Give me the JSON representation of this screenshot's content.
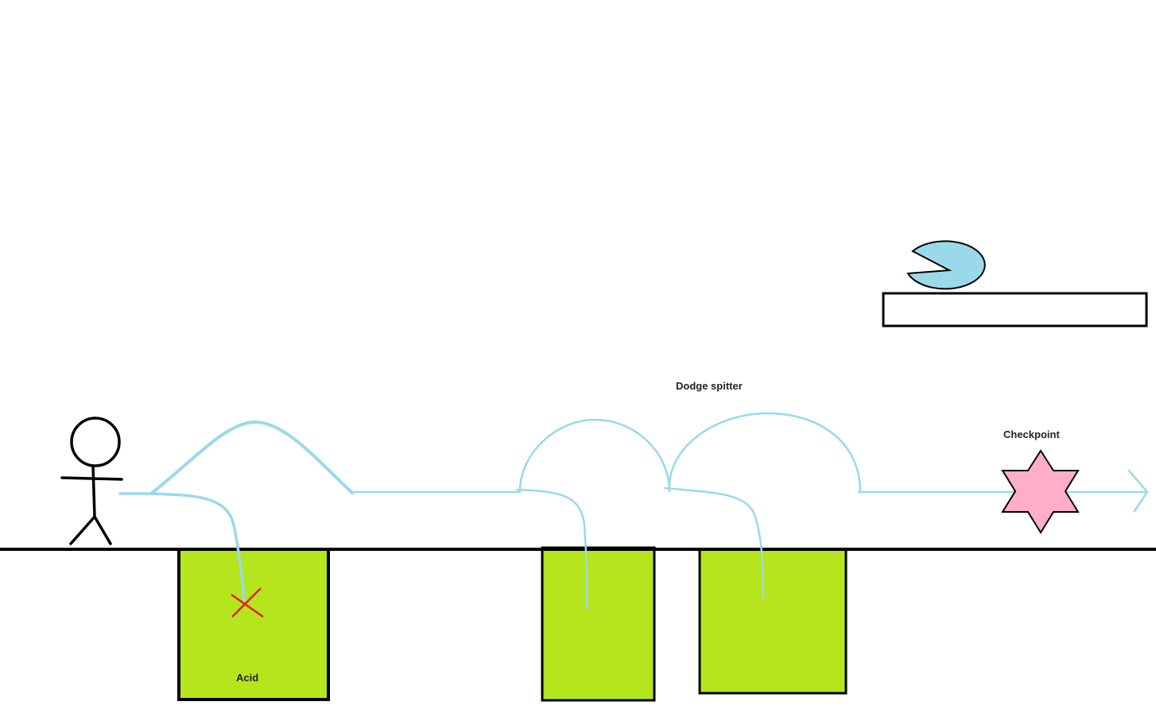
{
  "labels": {
    "acid": "Acid",
    "dodge_spitter": "Dodge spitter",
    "checkpoint": "Checkpoint"
  },
  "colors": {
    "background": "#ffffff",
    "ink": "#000000",
    "acid": "#b5e51d",
    "path": "#99d9ea",
    "checkpoint": "#ffaec9",
    "death_marker": "#ed1c24"
  },
  "icons": {
    "player": "stick-figure",
    "enemy": "spitter-pacman",
    "checkpoint": "six-point-star",
    "death": "x-mark"
  }
}
